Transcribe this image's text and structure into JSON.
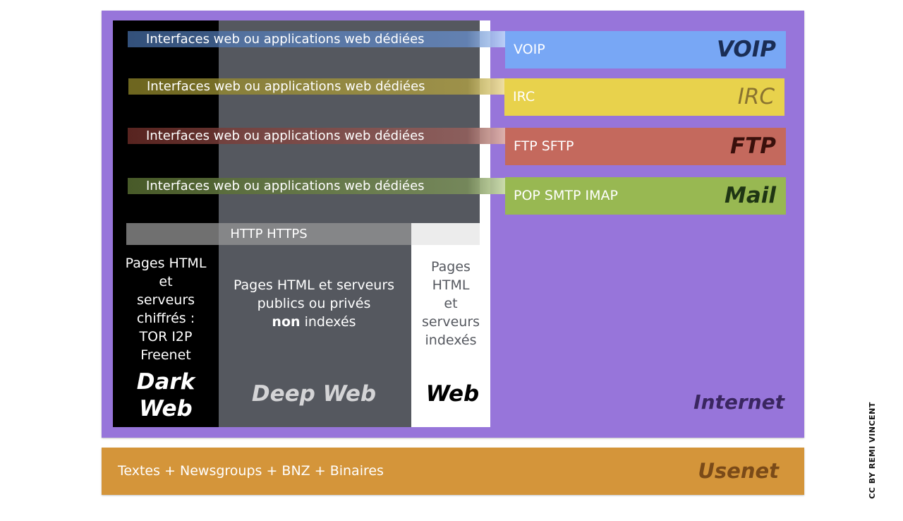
{
  "internet": {
    "title": "Internet",
    "color": "#9775da"
  },
  "interfaces": [
    {
      "label": "Interfaces web ou applications web dédiées",
      "protocol": "VOIP"
    },
    {
      "label": "Interfaces web ou applications web dédiées",
      "protocol": "IRC"
    },
    {
      "label": "Interfaces web ou applications web dédiées",
      "protocol": "FTP"
    },
    {
      "label": "Interfaces web ou applications web dédiées",
      "protocol": "Mail"
    }
  ],
  "protocols": [
    {
      "detail": "VOIP",
      "title": "VOIP",
      "color": "#78a7f5"
    },
    {
      "detail": "IRC",
      "title": "IRC",
      "color": "#e8d24c"
    },
    {
      "detail": "FTP SFTP",
      "title": "FTP",
      "color": "#c4695d"
    },
    {
      "detail": "POP SMTP IMAP",
      "title": "Mail",
      "color": "#98b852"
    }
  ],
  "http": {
    "label": "HTTP HTTPS"
  },
  "dark_web": {
    "lines": [
      "Pages HTML",
      "et",
      "serveurs",
      "chiffrés :",
      "TOR I2P",
      "Freenet"
    ],
    "title_line1": "Dark",
    "title_line2": "Web"
  },
  "deep_web": {
    "line1": "Pages HTML et serveurs",
    "line2": "publics ou privés",
    "line3_bold": "non",
    "line3_rest": " indexés",
    "title": "Deep Web"
  },
  "web": {
    "lines": [
      "Pages",
      "HTML",
      "et",
      "serveurs",
      "indexés"
    ],
    "title": "Web"
  },
  "usenet": {
    "text": "Textes + Newsgroups + BNZ + Binaires",
    "title": "Usenet",
    "color": "#d4953a"
  },
  "credit": "CC BY REMI VINCENT"
}
